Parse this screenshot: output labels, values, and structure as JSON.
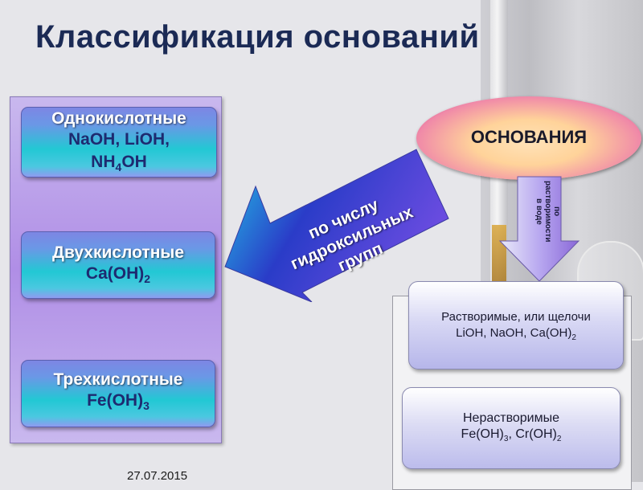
{
  "slide": {
    "title": "Классификация оснований",
    "date": "27.07.2015"
  },
  "by_acidity": {
    "arrow_label_line1": "по числу",
    "arrow_label_line2": "гидроксильных",
    "arrow_label_line3": "групп",
    "groups": [
      {
        "name": "Однокислотные",
        "formula_line1": "NaOH, LiOH,",
        "formula_pre": "NH",
        "formula_sub": "4",
        "formula_post": "OH"
      },
      {
        "name": "Двухкислотные",
        "formula_pre": "Ca(OH)",
        "formula_sub": "2"
      },
      {
        "name": "Трехкислотные",
        "formula_pre": "Fe(OH)",
        "formula_sub": "3"
      }
    ]
  },
  "bases": {
    "label": "ОСНОВАНИЯ",
    "solubility_arrow_label": "по растворимости в воде"
  },
  "by_solubility": {
    "soluble": {
      "title": "Растворимые, или щелочи",
      "f1": "LiOH, NaOH, Ca(OH)",
      "f1_sub": "2"
    },
    "insoluble": {
      "title": "Нерастворимые",
      "f1": "Fe(OH)",
      "f1_sub": "3",
      "f2": ", Cr(OH)",
      "f2_sub": "2"
    }
  },
  "colors": {
    "title": "#1b2a55",
    "panel_purple": "#b08ee6",
    "box_cyan": "#22c8d4",
    "arrow_blue": "#2a3cc8",
    "ellipse_magenta": "#d0207a"
  }
}
